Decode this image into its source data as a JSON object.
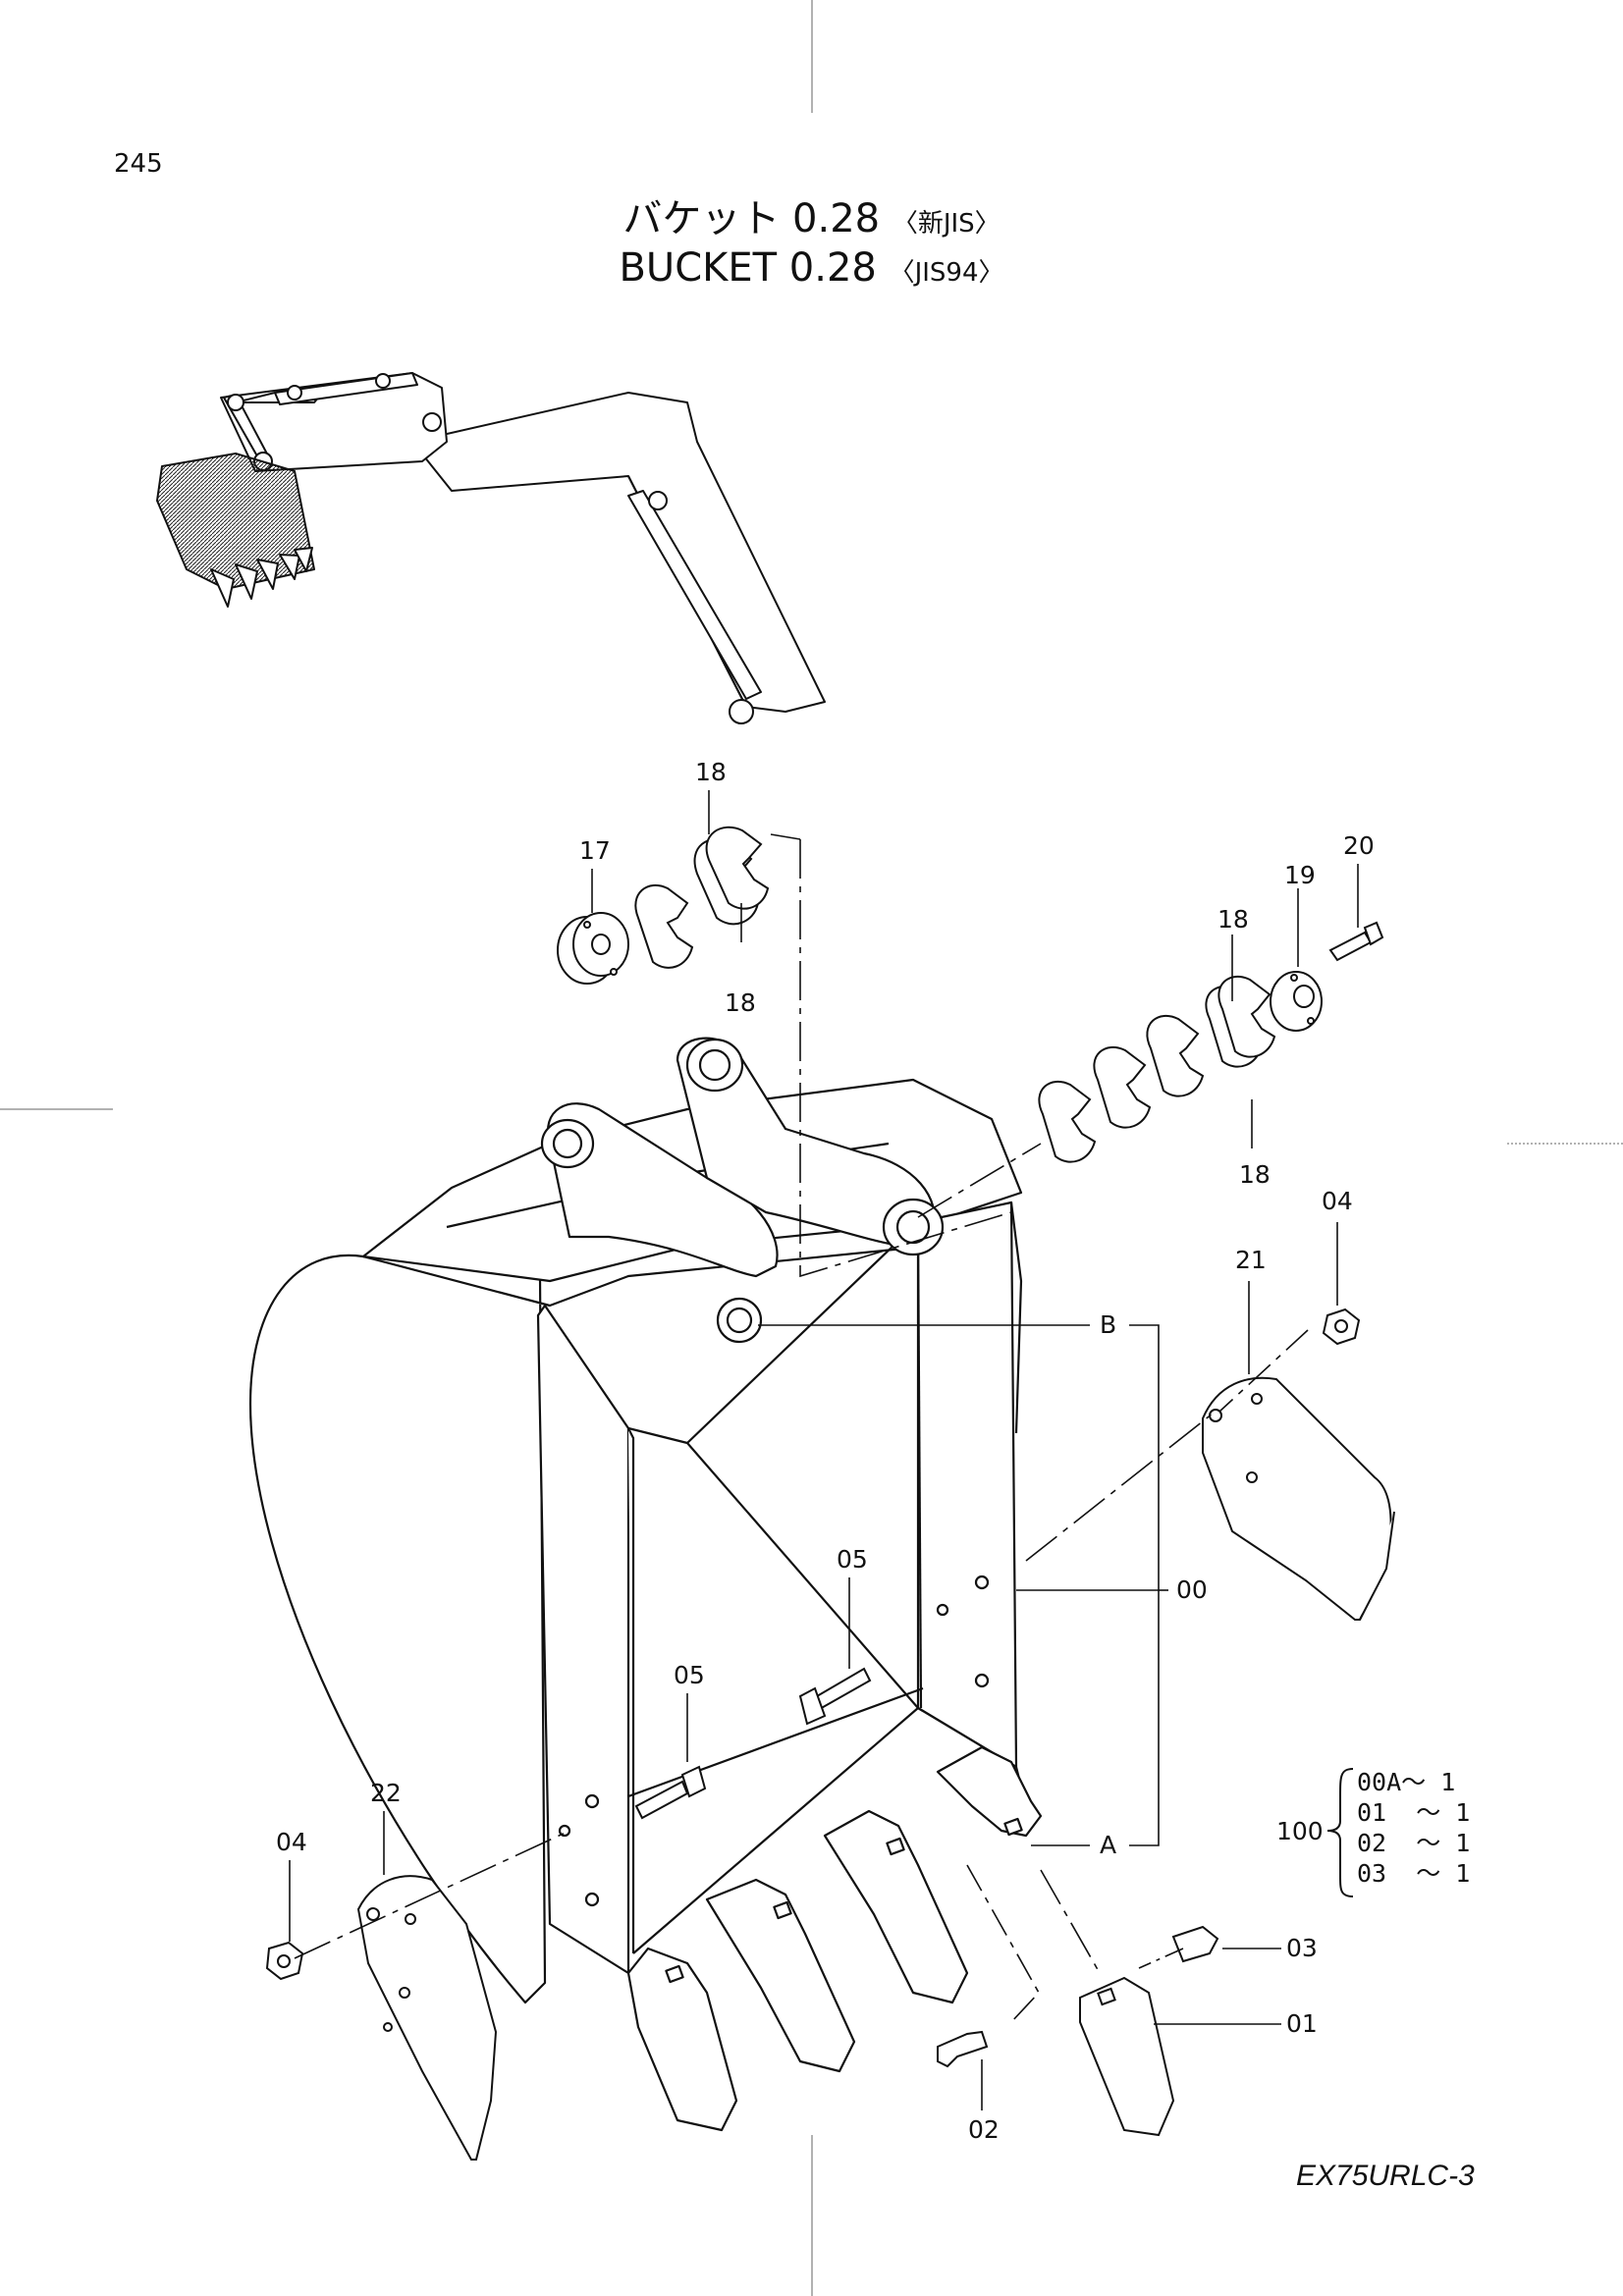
{
  "page_number": "245",
  "title": {
    "jp_main": "バケット 0.28",
    "jp_bracket": "〈新JIS〉",
    "en_main": "BUCKET 0.28",
    "en_bracket": "〈JIS94〉"
  },
  "part_labels": {
    "p17": "17",
    "p18a": "18",
    "p18b": "18",
    "p18c": "18",
    "p18d": "18",
    "p19": "19",
    "p20": "20",
    "p04a": "04",
    "p21": "21",
    "pB": "B",
    "p05a": "05",
    "p05b": "05",
    "p00": "00",
    "p22": "22",
    "p04b": "04",
    "pA": "A",
    "p03": "03",
    "p01": "01",
    "p02": "02"
  },
  "assembly": {
    "total": "100",
    "rows": [
      "00A～ 1",
      "01  ～ 1",
      "02  ～ 1",
      "03  ～ 1"
    ]
  },
  "model_code": "EX75URLC-3"
}
